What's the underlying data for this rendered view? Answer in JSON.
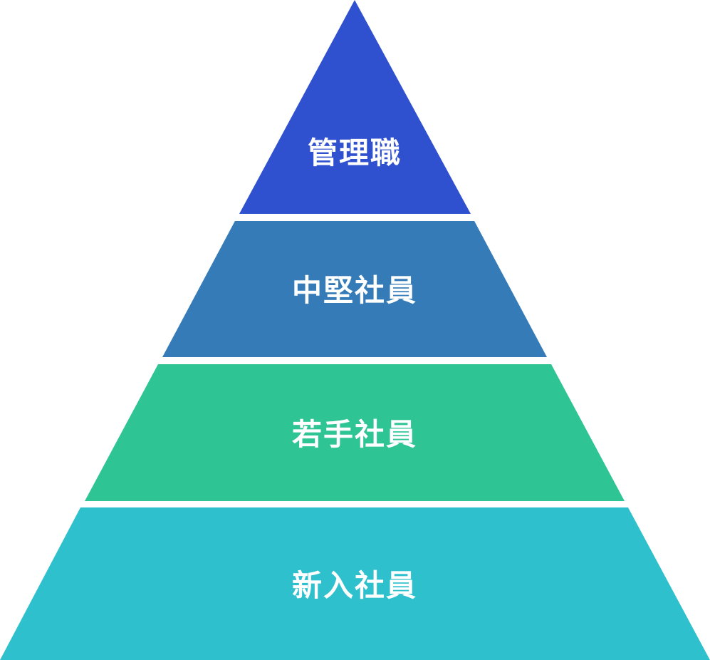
{
  "pyramid": {
    "tiers": [
      {
        "label": "管理職",
        "color": "#3051cf"
      },
      {
        "label": "中堅社員",
        "color": "#347bb7"
      },
      {
        "label": "若手社員",
        "color": "#2ec494"
      },
      {
        "label": "新入社員",
        "color": "#2ec1cd"
      }
    ]
  }
}
